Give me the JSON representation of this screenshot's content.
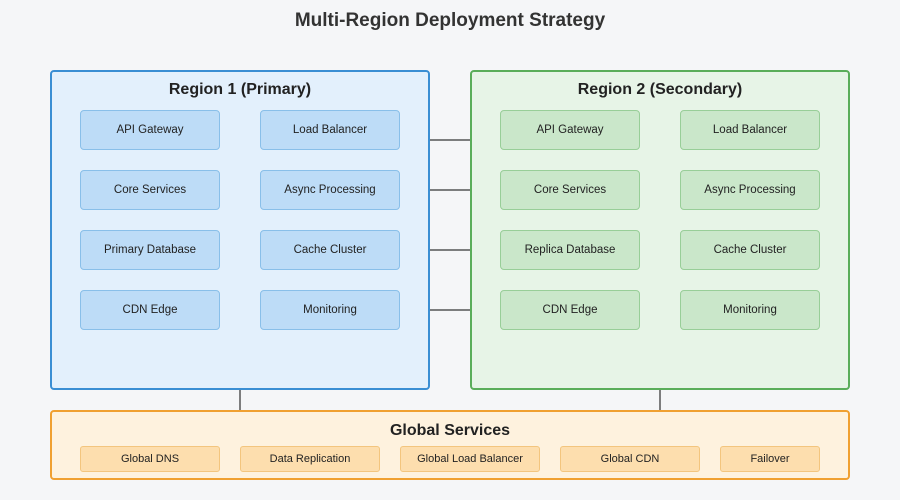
{
  "title": "Multi-Region Deployment Strategy",
  "regions": [
    {
      "title": "Region 1 (Primary)",
      "services": [
        "API Gateway",
        "Load Balancer",
        "Core Services",
        "Async Processing",
        "Primary Database",
        "Cache Cluster",
        "CDN Edge",
        "Monitoring"
      ]
    },
    {
      "title": "Region 2 (Secondary)",
      "services": [
        "API Gateway",
        "Load Balancer",
        "Core Services",
        "Async Processing",
        "Replica Database",
        "Cache Cluster",
        "CDN Edge",
        "Monitoring"
      ]
    }
  ],
  "global": {
    "title": "Global Services",
    "services": [
      "Global DNS",
      "Data Replication",
      "Global Load Balancer",
      "Global CDN",
      "Failover"
    ]
  },
  "colors": {
    "region1_border": "#3a8ed3",
    "region2_border": "#5aad5a",
    "global_border": "#f0a030",
    "connector": "#555555"
  }
}
